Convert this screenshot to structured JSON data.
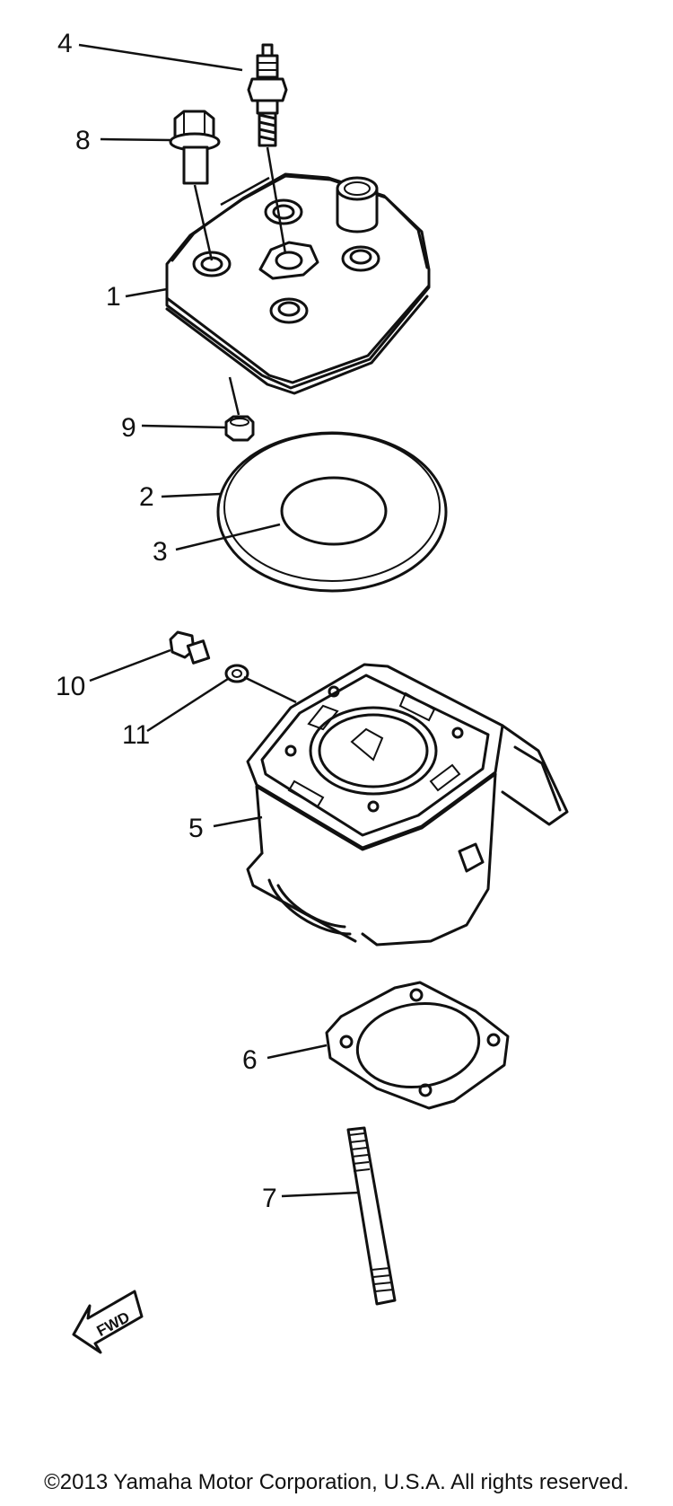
{
  "callouts": [
    "1",
    "2",
    "3",
    "4",
    "5",
    "6",
    "7",
    "8",
    "9",
    "10",
    "11"
  ],
  "fwd_label": "FWD",
  "copyright": "©2013 Yamaha Motor Corporation, U.S.A. All rights reserved."
}
